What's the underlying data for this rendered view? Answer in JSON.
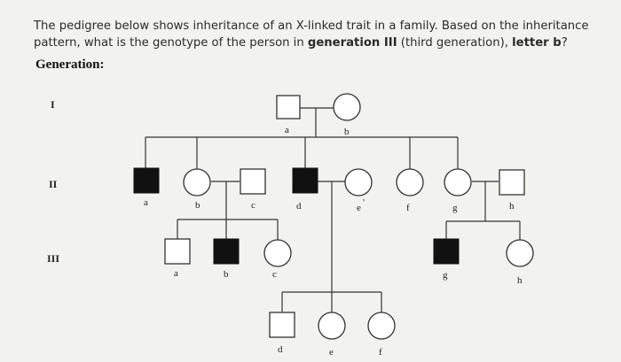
{
  "question": {
    "part1": "The pedigree below shows inheritance of an X-linked trait in a family. Based on the inheritance pattern, what is the genotype of the person in ",
    "bold1": "generation III",
    "part2": " (third generation), ",
    "bold2": "letter b",
    "part3": "?"
  },
  "generation_header": "Generation:",
  "generations": [
    "I",
    "II",
    "III"
  ],
  "labels": {
    "gen1": [
      "a",
      "b"
    ],
    "gen2": [
      "a",
      "b",
      "c",
      "d",
      "e",
      "f",
      "g",
      "h"
    ],
    "gen3": [
      "a",
      "b",
      "c",
      "g",
      "h"
    ],
    "gen4": [
      "d",
      "e",
      "f"
    ]
  },
  "e_mark": "'",
  "colors": {
    "line": "#333333",
    "affected": "#111111",
    "unaffected": "#ffffff"
  }
}
